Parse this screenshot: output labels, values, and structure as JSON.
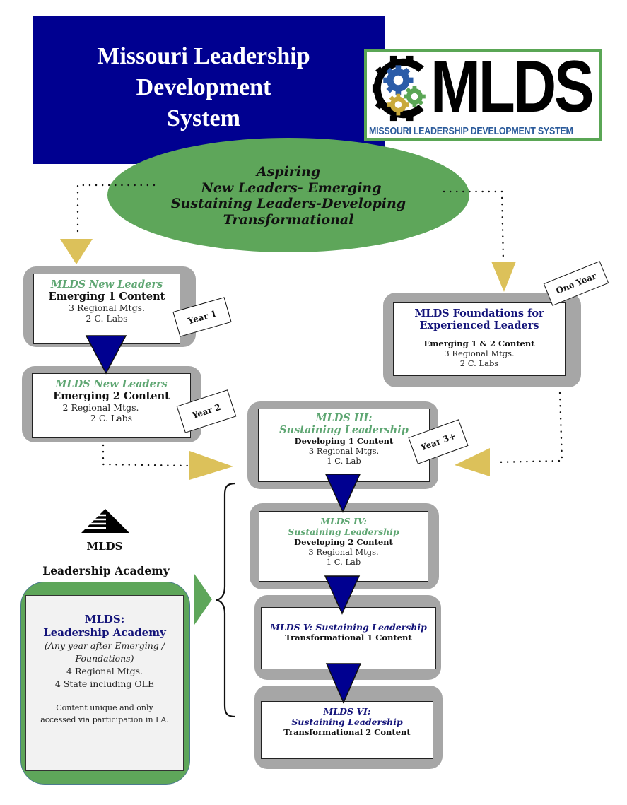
{
  "header": {
    "title_lines": [
      "Missouri Leadership",
      "Development",
      "System"
    ]
  },
  "logo": {
    "letters": "MLDS",
    "subtitle": "MISSOURI LEADERSHIP DEVELOPMENT SYSTEM",
    "icon": "gears-icon",
    "colors": {
      "border": "#5aa655",
      "blue_gear": "#2b5ca8",
      "green_gear": "#5aa655",
      "gold_gear": "#c9a93a"
    }
  },
  "stages_ellipse": {
    "lines": [
      "Aspiring",
      "New Leaders- Emerging",
      "Sustaining Leaders-Developing",
      "Transformational"
    ]
  },
  "boxes": {
    "new_leaders_1": {
      "title": "MLDS New Leaders",
      "content": "Emerging 1 Content",
      "details": [
        "3 Regional Mtgs.",
        "2 C. Labs"
      ],
      "tag": "Year 1"
    },
    "new_leaders_2": {
      "title": "MLDS New Leaders",
      "content": "Emerging 2 Content",
      "details": [
        "2 Regional Mtgs.",
        "2 C. Labs"
      ],
      "tag": "Year 2"
    },
    "foundations": {
      "title_lines": [
        "MLDS Foundations for",
        "Experienced Leaders"
      ],
      "content": "Emerging 1 & 2 Content",
      "details": [
        "3 Regional Mtgs.",
        "2 C. Labs"
      ],
      "tag": "One Year"
    },
    "mlds_iii": {
      "title_lines": [
        "MLDS III:",
        "Sustaining Leadership"
      ],
      "content": "Developing 1 Content",
      "details": [
        "3 Regional Mtgs.",
        "1 C. Lab"
      ],
      "tag": "Year 3+"
    },
    "mlds_iv": {
      "title_lines": [
        "MLDS IV:",
        "Sustaining Leadership"
      ],
      "content": "Developing 2 Content",
      "details": [
        "3 Regional Mtgs.",
        "1 C. Lab"
      ]
    },
    "mlds_v": {
      "title": "MLDS V: Sustaining Leadership",
      "content": "Transformational 1 Content"
    },
    "mlds_vi": {
      "title_lines": [
        "MLDS VI:",
        "Sustaining Leadership"
      ],
      "content": "Transformational 2 Content"
    }
  },
  "academy": {
    "logo_text": "MLDS",
    "label": "Leadership Academy",
    "box": {
      "title_lines": [
        "MLDS:",
        "Leadership Academy"
      ],
      "note_lines": [
        "(Any year after Emerging /",
        "Foundations)"
      ],
      "details": [
        "4 Regional Mtgs.",
        "4 State including OLE"
      ],
      "footnote_lines": [
        "Content unique and only",
        "accessed via participation in LA."
      ]
    }
  },
  "colors": {
    "navy": "#000090",
    "green": "#5ea65a",
    "gold_arrow": "#dcc15a",
    "frame_gray": "#a6a6a6"
  }
}
